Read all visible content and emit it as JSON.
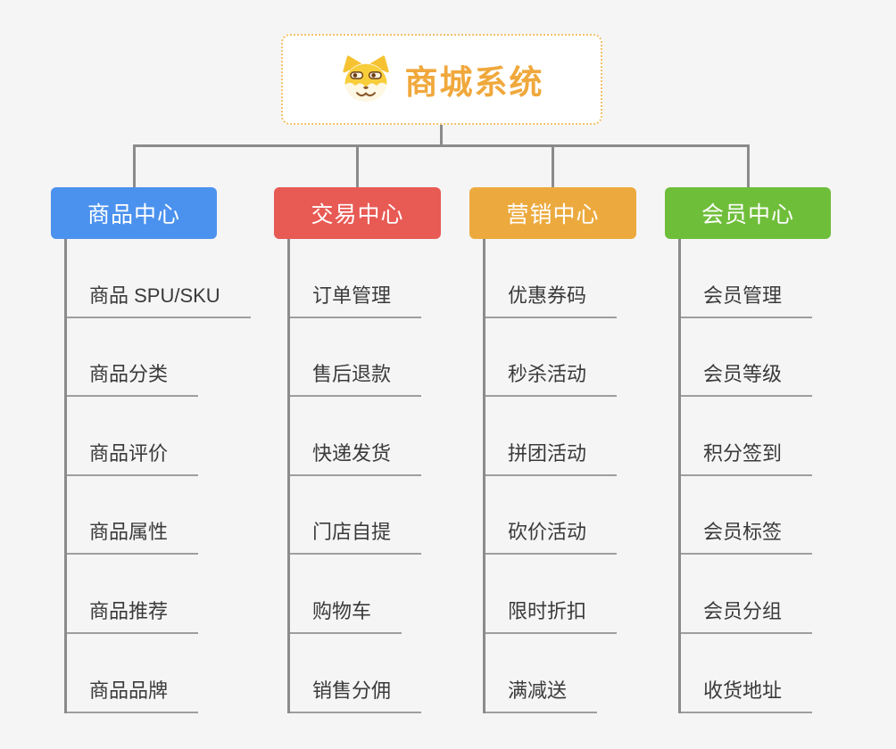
{
  "root": {
    "title": "商城系统",
    "icon": "dog-icon"
  },
  "branches": [
    {
      "label": "商品中心",
      "color": "#4b92ee",
      "items": [
        "商品 SPU/SKU",
        "商品分类",
        "商品评价",
        "商品属性",
        "商品推荐",
        "商品品牌"
      ]
    },
    {
      "label": "交易中心",
      "color": "#e85a54",
      "items": [
        "订单管理",
        "售后退款",
        "快递发货",
        "门店自提",
        "购物车",
        "销售分佣"
      ]
    },
    {
      "label": "营销中心",
      "color": "#ecaa3e",
      "items": [
        "优惠券码",
        "秒杀活动",
        "拼团活动",
        "砍价活动",
        "限时折扣",
        "满减送"
      ]
    },
    {
      "label": "会员中心",
      "color": "#6fbe3a",
      "items": [
        "会员管理",
        "会员等级",
        "积分签到",
        "会员标签",
        "会员分组",
        "收货地址"
      ]
    }
  ],
  "colors": {
    "background": "#f5f5f5",
    "connector": "#8b8b8b",
    "underline": "#9e9e9e",
    "root_text": "#f0a83c",
    "root_border": "#f2c06a",
    "item_text": "#3a3a3a"
  }
}
